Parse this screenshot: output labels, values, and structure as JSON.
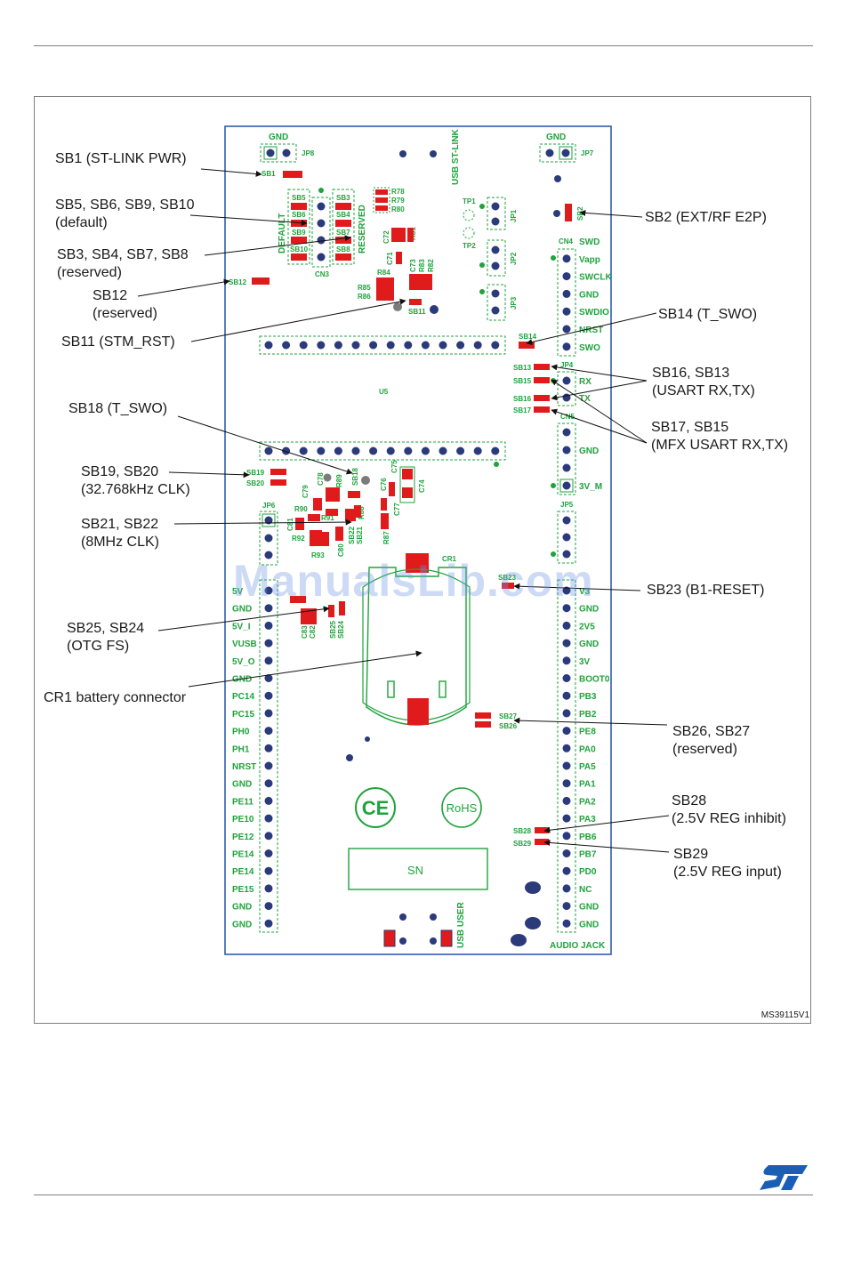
{
  "colors": {
    "board_outline": "#2f5faa",
    "silk": "#1fa33c",
    "solder_bridge": "#e01b1b",
    "pin": "#2a3a7a",
    "logo": "#1a5fb4"
  },
  "callouts": [
    {
      "lines": [
        "SB1 (ST-LINK PWR)"
      ]
    },
    {
      "lines": [
        "SB5, SB6, SB9, SB10",
        "(default)"
      ]
    },
    {
      "lines": [
        "SB3, SB4, SB7, SB8",
        "(reserved)"
      ]
    },
    {
      "lines": [
        "SB12",
        "(reserved)"
      ]
    },
    {
      "lines": [
        "SB11 (STM_RST)"
      ]
    },
    {
      "lines": [
        "SB18 (T_SWO)"
      ]
    },
    {
      "lines": [
        "SB19, SB20",
        "(32.768kHz CLK)"
      ]
    },
    {
      "lines": [
        "SB21, SB22",
        "(8MHz CLK)"
      ]
    },
    {
      "lines": [
        "SB25, SB24",
        "(OTG FS)"
      ]
    },
    {
      "lines": [
        "CR1 battery connector"
      ]
    },
    {
      "lines": [
        "SB2 (EXT/RF E2P)"
      ]
    },
    {
      "lines": [
        "SB14 (T_SWO)"
      ]
    },
    {
      "lines": [
        "SB16, SB13",
        "(USART RX,TX)"
      ]
    },
    {
      "lines": [
        "SB17, SB15",
        "(MFX USART RX,TX)"
      ]
    },
    {
      "lines": [
        "SB23 (B1-RESET)"
      ]
    },
    {
      "lines": [
        "SB26, SB27",
        "(reserved)"
      ]
    },
    {
      "lines": [
        "SB28",
        "(2.5V REG inhibit)"
      ]
    },
    {
      "lines": [
        "SB29",
        "(2.5V REG input)"
      ]
    }
  ],
  "board": {
    "gnd_top_left": "GND",
    "jp8": "JP8",
    "gnd_top_right": "GND",
    "jp7": "JP7",
    "usb_stlink": "USB ST-LINK",
    "sb1": "SB1",
    "sb2": "SB2",
    "sb12": "SB12",
    "sb11": "SB11",
    "sb14": "SB14",
    "default_label": "DEFAULT",
    "reserved_label": "RESERVED",
    "sb_default": [
      "SB5",
      "SB6",
      "SB9",
      "SB10"
    ],
    "sb_reserved": [
      "SB3",
      "SB4",
      "SB7",
      "SB8"
    ],
    "cn3": "CN3",
    "resistors_top": [
      "R78",
      "R79",
      "R80"
    ],
    "r81": "R81",
    "c72": "C72",
    "c71": "C71",
    "c73": "C73",
    "r83": "R83",
    "r82": "R82",
    "r84": "R84",
    "r85": "R85",
    "r86": "R86",
    "tp1": "TP1",
    "tp2": "TP2",
    "jp1": "JP1",
    "jp2": "JP2",
    "jp3": "JP3",
    "cn4": "CN4",
    "cn4_pins": [
      "SWD",
      "Vapp",
      "SWCLK",
      "GND",
      "SWDIO",
      "NRST",
      "SWO"
    ],
    "u5": "U5",
    "sb13": "SB13",
    "sb15": "SB15",
    "sb16": "SB16",
    "sb17": "SB17",
    "jp4": "JP4",
    "rx": "RX",
    "tx": "TX",
    "cn5": "CN5",
    "cn5_gnd": "GND",
    "v3m": "3V_M",
    "jp5": "JP5",
    "sb19": "SB19",
    "sb20": "SB20",
    "c78": "C78",
    "c79": "C79",
    "r89": "R89",
    "sb18": "SB18",
    "c76": "C76",
    "c75": "C75",
    "c74": "C74",
    "c77": "C77",
    "r90": "R90",
    "r91": "R91",
    "r92": "R92",
    "r93": "R93",
    "r88": "R88",
    "r87": "R87",
    "c80": "C80",
    "sb22": "SB22",
    "sb21": "SB21",
    "c81": "C81",
    "jp6": "JP6",
    "cr1": "CR1",
    "sb23": "SB23",
    "c83": "C83",
    "c82": "C82",
    "sb25": "SB25",
    "sb24": "SB24",
    "left_pins": [
      "5V",
      "GND",
      "5V_I",
      "VUSB",
      "5V_O",
      "GND",
      "PC14",
      "PC15",
      "PH0",
      "PH1",
      "NRST",
      "GND",
      "PE11",
      "PE10",
      "PE12",
      "PE14",
      "PE14",
      "PE15",
      "GND",
      "GND"
    ],
    "right_pins": [
      "V3",
      "GND",
      "2V5",
      "GND",
      "3V",
      "BOOT0",
      "PB3",
      "PB2",
      "PE8",
      "PA0",
      "PA5",
      "PA1",
      "PA2",
      "PA3",
      "PB6",
      "PB7",
      "PD0",
      "NC",
      "GND",
      "GND"
    ],
    "sb26": "SB26",
    "sb27": "SB27",
    "sb28": "SB28",
    "sb29": "SB29",
    "ce": "CE",
    "rohs": "RoHS",
    "sn": "SN",
    "usb_user": "USB USER",
    "audio_jack": "AUDIO JACK"
  },
  "watermark": "ManualsLib.com",
  "doc_ref": "MS39115V1",
  "logo_icon": "st-logo-icon"
}
